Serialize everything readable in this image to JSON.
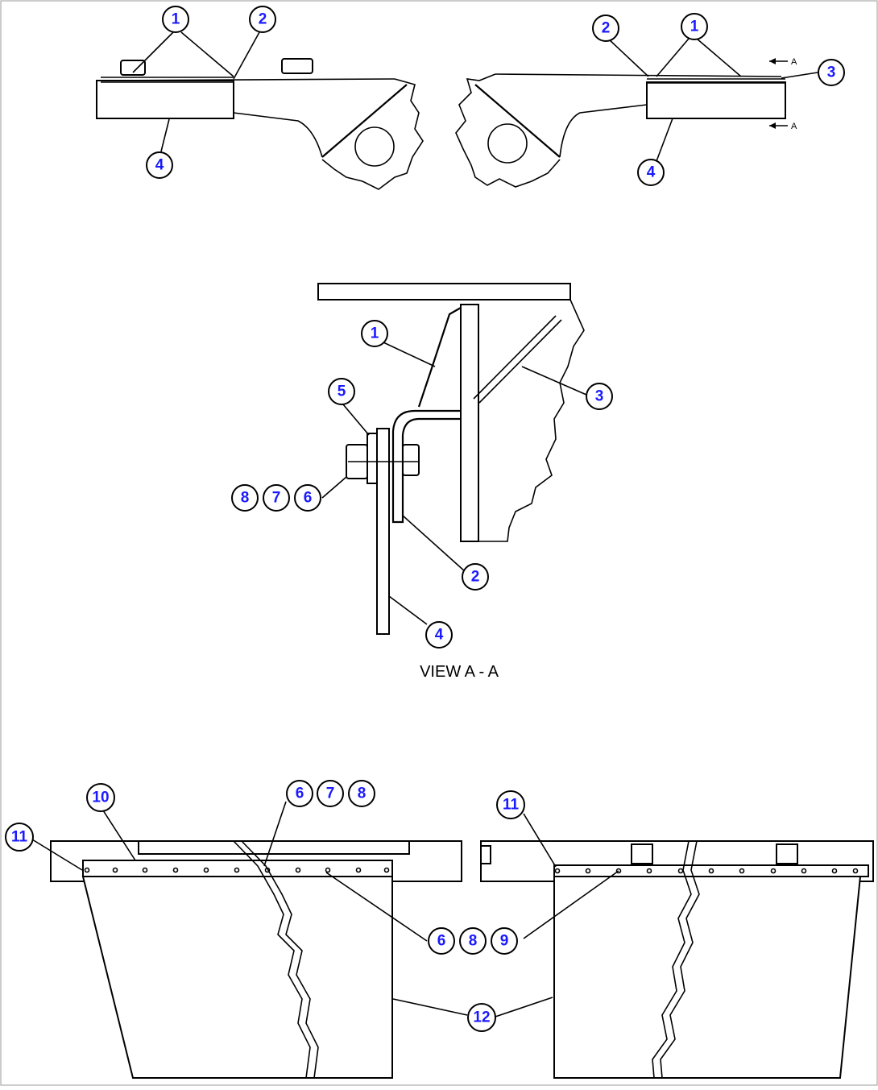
{
  "callouts": {
    "top_left": [
      "1",
      "2",
      "4"
    ],
    "top_right": [
      "2",
      "1",
      "3",
      "4"
    ],
    "section": [
      "1",
      "3",
      "5",
      "8",
      "7",
      "6",
      "2",
      "4"
    ],
    "bottom_left": [
      "10",
      "11",
      "6",
      "7",
      "8"
    ],
    "bottom_middle": [
      "6",
      "8",
      "9",
      "12"
    ],
    "bottom_right": [
      "11"
    ]
  },
  "section_marks": [
    "A",
    "A"
  ],
  "view_label": "VIEW A - A",
  "colors": {
    "callout_text": "#1a1aff",
    "line": "#000000",
    "background": "#ffffff"
  }
}
